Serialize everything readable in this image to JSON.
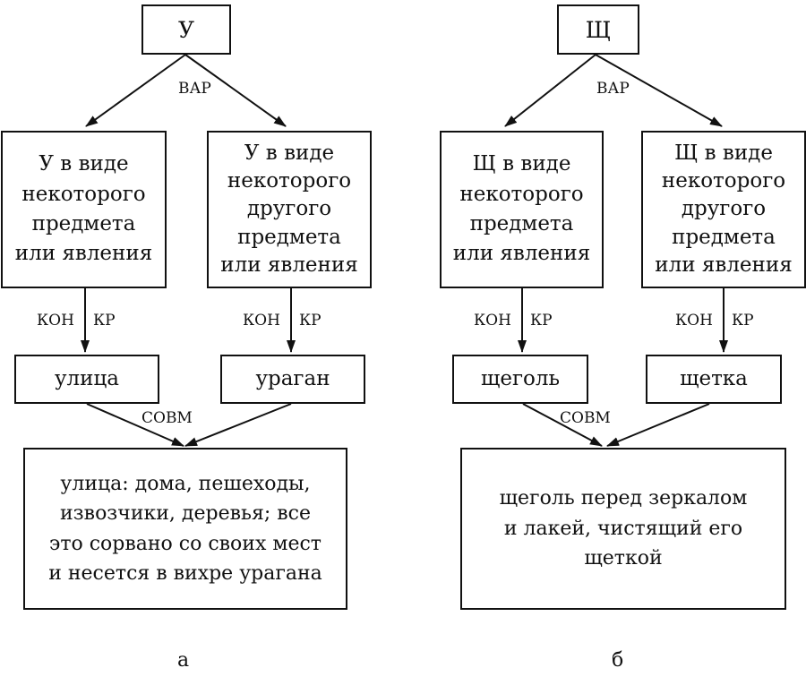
{
  "diagram_a": {
    "top": "У",
    "relation_top": "ВАР",
    "left_box": "У в виде\nнекоторого\nпредмета\nили явления",
    "right_box": "У в виде\nнекоторого\nдругого\nпредмета\nили явления",
    "left_con": "КОН",
    "left_kr": "КР",
    "right_con": "КОН",
    "right_kr": "КР",
    "left_word": "улица",
    "right_word": "ураган",
    "relation_bottom": "СОВМ",
    "bottom_box": "улица: дома, пешеходы,\nизвозчики, деревья; все\nэто сорвано со своих мест\nи несется в вихре урагана",
    "panel_label": "а"
  },
  "diagram_b": {
    "top": "Щ",
    "relation_top": "ВАР",
    "left_box": "Щ в виде\nнекоторого\nпредмета\nили явления",
    "right_box": "Щ в виде\nнекоторого\nдругого\nпредмета\nили явления",
    "left_con": "КОН",
    "left_kr": "КР",
    "right_con": "КОН",
    "right_kr": "КР",
    "left_word": "щеголь",
    "right_word": "щетка",
    "relation_bottom": "СОВМ",
    "bottom_box": "щеголь перед зеркалом\nи лакей, чистящий его\nщеткой",
    "panel_label": "б"
  }
}
